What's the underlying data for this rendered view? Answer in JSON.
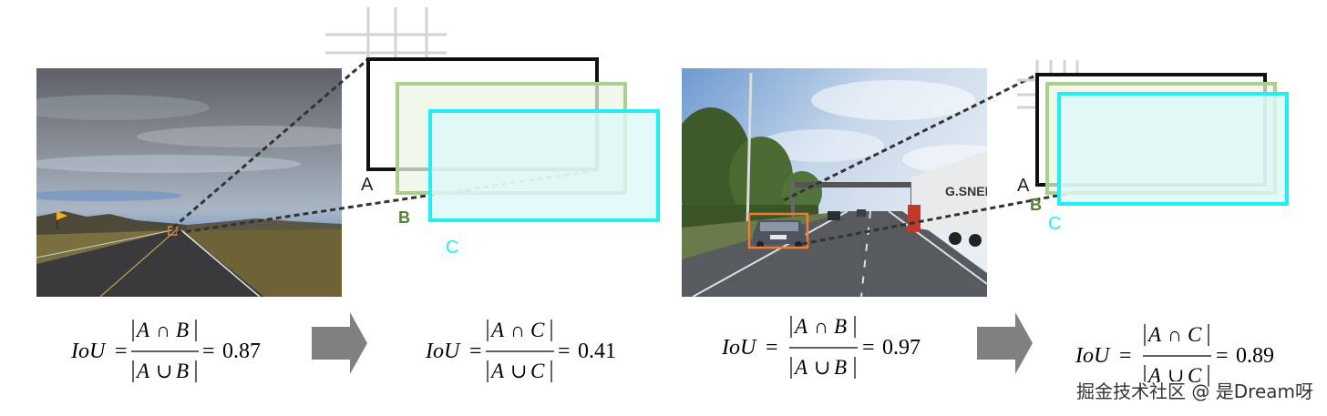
{
  "left_example": {
    "labels": {
      "a": "A",
      "b": "B",
      "c": "C"
    },
    "formula_ab": {
      "lhs": "IoU",
      "num_a": "A",
      "num_op": "∩",
      "num_b": "B",
      "den_a": "A",
      "den_op": "∪",
      "den_b": "B",
      "value": "0.87"
    },
    "formula_ac": {
      "lhs": "IoU",
      "num_a": "A",
      "num_op": "∩",
      "num_b": "C",
      "den_a": "A",
      "den_op": "∪",
      "den_b": "C",
      "value": "0.41"
    }
  },
  "right_example": {
    "truck_text": "G.SNEL",
    "labels": {
      "a": "A",
      "b": "B",
      "c": "C"
    },
    "formula_ab": {
      "lhs": "IoU",
      "num_a": "A",
      "num_op": "∩",
      "num_b": "B",
      "den_a": "A",
      "den_op": "∪",
      "den_b": "B",
      "value": "0.97"
    },
    "formula_ac": {
      "lhs": "IoU",
      "num_a": "A",
      "num_op": "∩",
      "num_b": "C",
      "den_a": "A",
      "den_op": "∪",
      "den_b": "C",
      "value": "0.89"
    }
  },
  "colors": {
    "box_a": "#111111",
    "box_b": "#a9d18e",
    "box_b_label": "#548235",
    "box_c": "#1ff0f4",
    "highlight": "#ed7d31",
    "arrow": "#808080"
  },
  "watermark": "掘金技术社区 @ 是Dream呀"
}
